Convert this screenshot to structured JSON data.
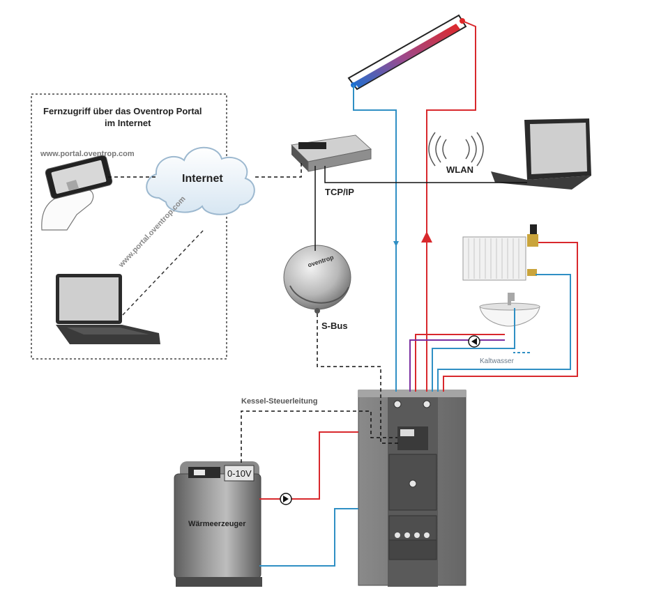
{
  "remote_box": {
    "title_line1": "Fernzugriff über das Oventrop Portal",
    "title_line2": "im Internet",
    "phone_url": "www.portal.oventrop.com",
    "diagonal_url": "www.portal.oventrop.com"
  },
  "cloud_label": "Internet",
  "router_label": "TCP/IP",
  "wlan_label": "WLAN",
  "sbus_label": "S-Bus",
  "controller_brand": "oventrop",
  "boiler_control_label": "Kessel-Steuerleitung",
  "voltage_label": "0-10V",
  "heat_generator_label": "Wärmeerzeuger",
  "cold_water_label": "Kaltwasser",
  "colors": {
    "hot_pipe": "#d8282c",
    "cold_pipe": "#2f8fc4",
    "circulation_pipe": "#7a2ea0",
    "cable": "#111111",
    "storage_body": "#6f6f6f"
  }
}
